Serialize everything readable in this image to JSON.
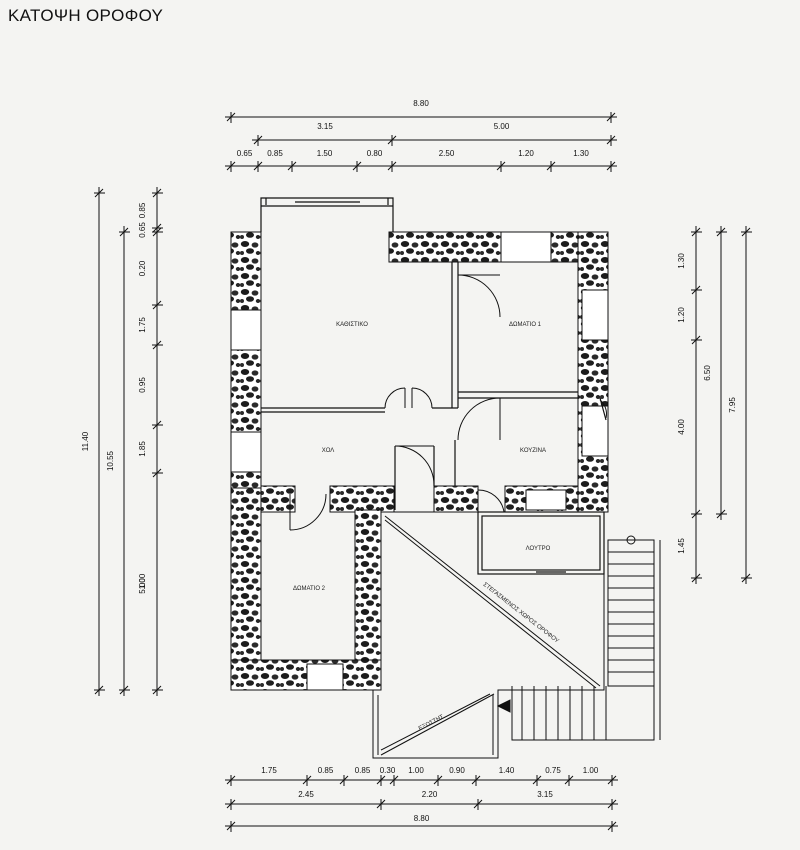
{
  "title": "ΚΑΤΟΨΗ ΟΡΟΦΟΥ",
  "rooms": {
    "kathistiko": "ΚΑΘΙΣΤΙΚΟ",
    "domatio1": "ΔΩΜΑΤΙΟ 1",
    "hol": "ΧΟΛ",
    "kouzina": "ΚΟΥΖΙΝΑ",
    "loutro": "ΛΟΥΤΡΟ",
    "domatio2": "ΔΩΜΑΤΙΟ 2",
    "stegasmenos": "ΣΤΕΓΑΣΜΕΝΟΣ ΧΩΡΟΣ ΟΡΟΦΟΥ",
    "eksostis": "ΕΞΩΣΤΗΣ"
  },
  "dims_top": {
    "overall": "8.80",
    "mid": [
      "3.15",
      "5.00"
    ],
    "detail": [
      "0.65",
      "0.85",
      "1.50",
      "0.80",
      "2.50",
      "1.20",
      "1.30"
    ]
  },
  "dims_left": {
    "overall": "11.40",
    "second": "10.55",
    "detail": [
      "0.85",
      "0.65",
      "0.20",
      "1.75",
      "0.95",
      "1.85",
      "1.00",
      "5.00"
    ]
  },
  "dims_right": {
    "detail": [
      "1.30",
      "1.20",
      "4.00",
      "1.45"
    ],
    "mid": "6.50",
    "overall": "7.95"
  },
  "dims_bottom": {
    "detail": [
      "1.75",
      "0.85",
      "0.85",
      "0.30",
      "1.00",
      "0.90",
      "1.40",
      "0.75",
      "1.00"
    ],
    "mid": [
      "2.45",
      "2.20",
      "3.15"
    ],
    "overall": "8.80"
  }
}
